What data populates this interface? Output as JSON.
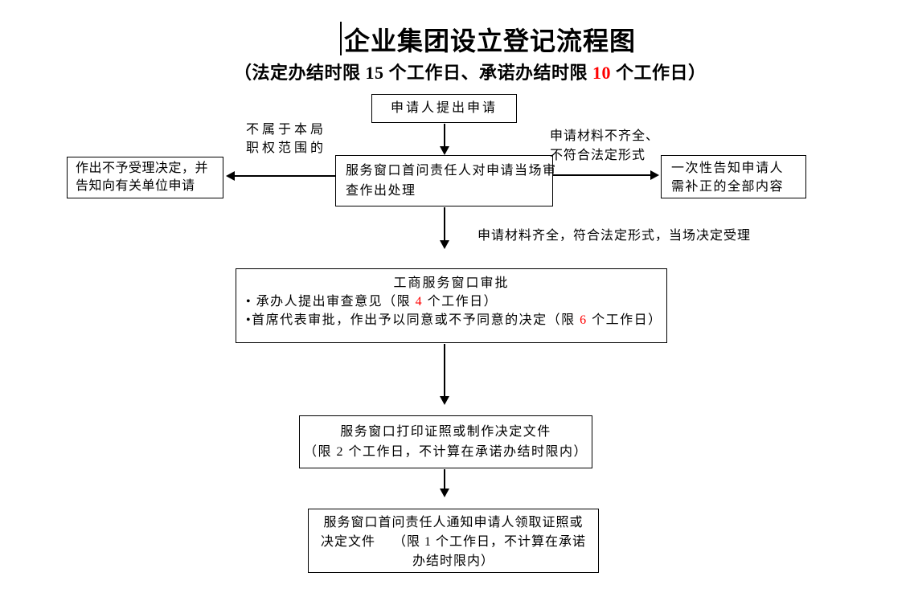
{
  "page": {
    "title": "企业集团设立登记流程图",
    "subtitle": {
      "pre": "（法定办结时限 15 个工作日、承诺办结时限 ",
      "highlight": "10",
      "post": " 个工作日）"
    }
  },
  "colors": {
    "accent_red": "#ff0000",
    "line_black": "#000000",
    "background": "#ffffff"
  },
  "nodes": {
    "apply": {
      "text": "申请人提出申请"
    },
    "review": {
      "line1": "服务窗口首问责任人对申请当场审",
      "line2": "查作出处理"
    },
    "reject": {
      "line1": "作出不予受理决定，并",
      "line2": "告知向有关单位申请"
    },
    "notify": {
      "line1": "一次性告知申请人",
      "line2": "需补正的全部内容"
    },
    "approval": {
      "title": "工商服务窗口审批",
      "item1": {
        "pre": "• 承办人提出审查意见（限 ",
        "num": "4",
        "post": " 个工作日）"
      },
      "item2": {
        "pre": "•首席代表审批，作出予以同意或不予同意的决定（限 ",
        "num": "6",
        "post": " 个工作日）"
      }
    },
    "print": {
      "line1": "服务窗口打印证照或制作决定文件",
      "line2": "（限 2 个工作日，不计算在承诺办结时限内）"
    },
    "pickup": {
      "line1": "服务窗口首问责任人通知申请人领取证照或",
      "line2": "决定文件　 （限 1 个工作日，不计算在承诺",
      "line3": "办结时限内）"
    }
  },
  "labels": {
    "out_of_scope": {
      "line1": "不属于本局",
      "line2": "职权范围的"
    },
    "incomplete": {
      "line1": "申请材料不齐全、",
      "line2": "不符合法定形式"
    },
    "accepted": "申请材料齐全，符合法定形式，当场决定受理"
  }
}
